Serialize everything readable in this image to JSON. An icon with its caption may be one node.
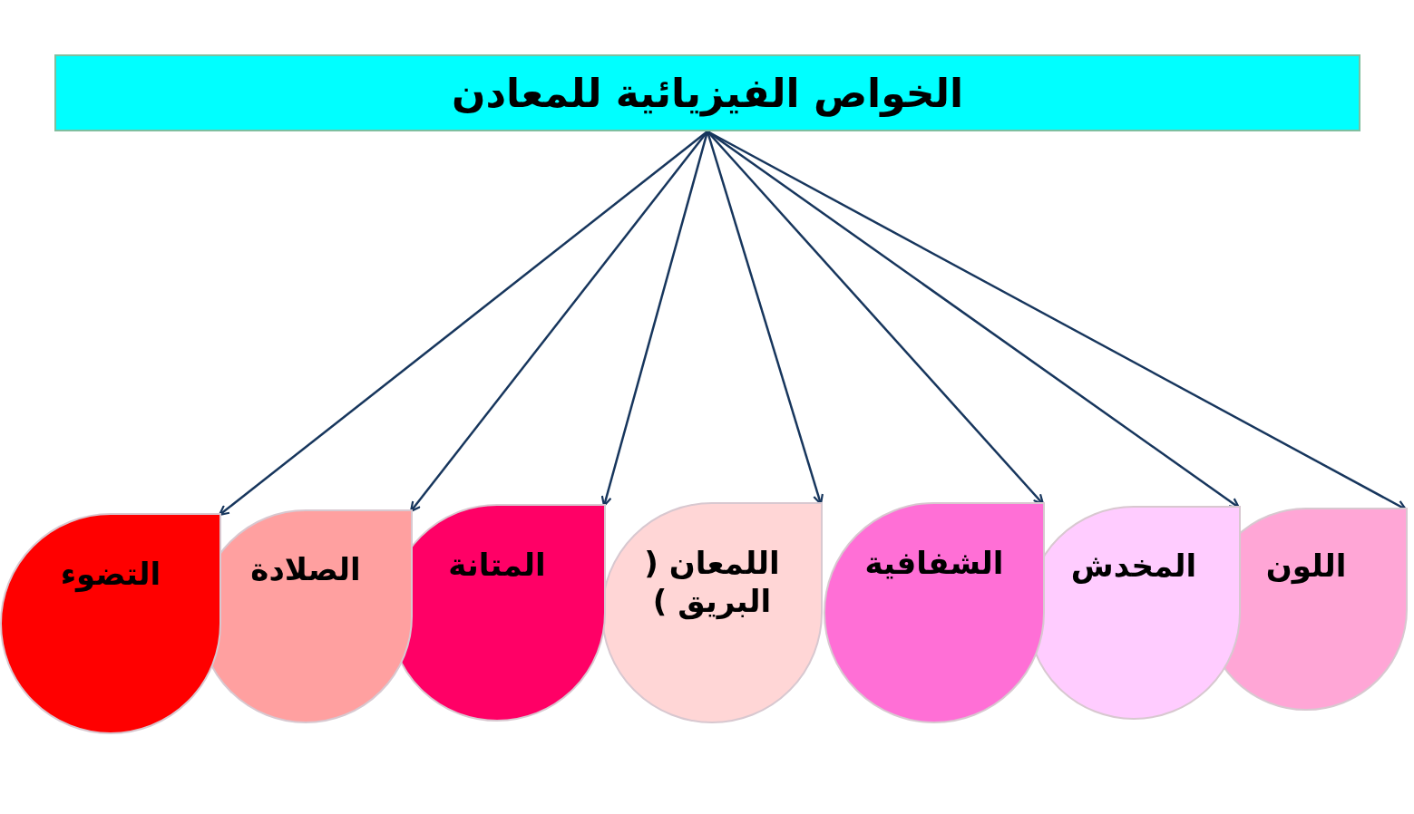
{
  "diagram": {
    "nodes": [
      {
        "text": [
          "الخواص الفيزيائية للمعادن"
        ]
      },
      {
        "text": [
          "التضوء"
        ]
      },
      {
        "text": [
          "الصلادة"
        ]
      },
      {
        "text": [
          "المتانة"
        ]
      },
      {
        "text": [
          "اللمعان ( البريق )"
        ]
      },
      {
        "text": [
          "الشفافية"
        ]
      },
      {
        "text": [
          "المخدش"
        ]
      },
      {
        "text": [
          "اللون"
        ]
      }
    ],
    "edges": [
      {
        "from": 0,
        "to": 1,
        "arrow": "to"
      },
      {
        "from": 0,
        "to": 2,
        "arrow": "to"
      },
      {
        "from": 0,
        "to": 3,
        "arrow": "to"
      },
      {
        "from": 0,
        "to": 4,
        "arrow": "to"
      },
      {
        "from": 0,
        "to": 5,
        "arrow": "to"
      },
      {
        "from": 0,
        "to": 6,
        "arrow": "to"
      },
      {
        "from": 0,
        "to": 7,
        "arrow": "to"
      }
    ]
  }
}
